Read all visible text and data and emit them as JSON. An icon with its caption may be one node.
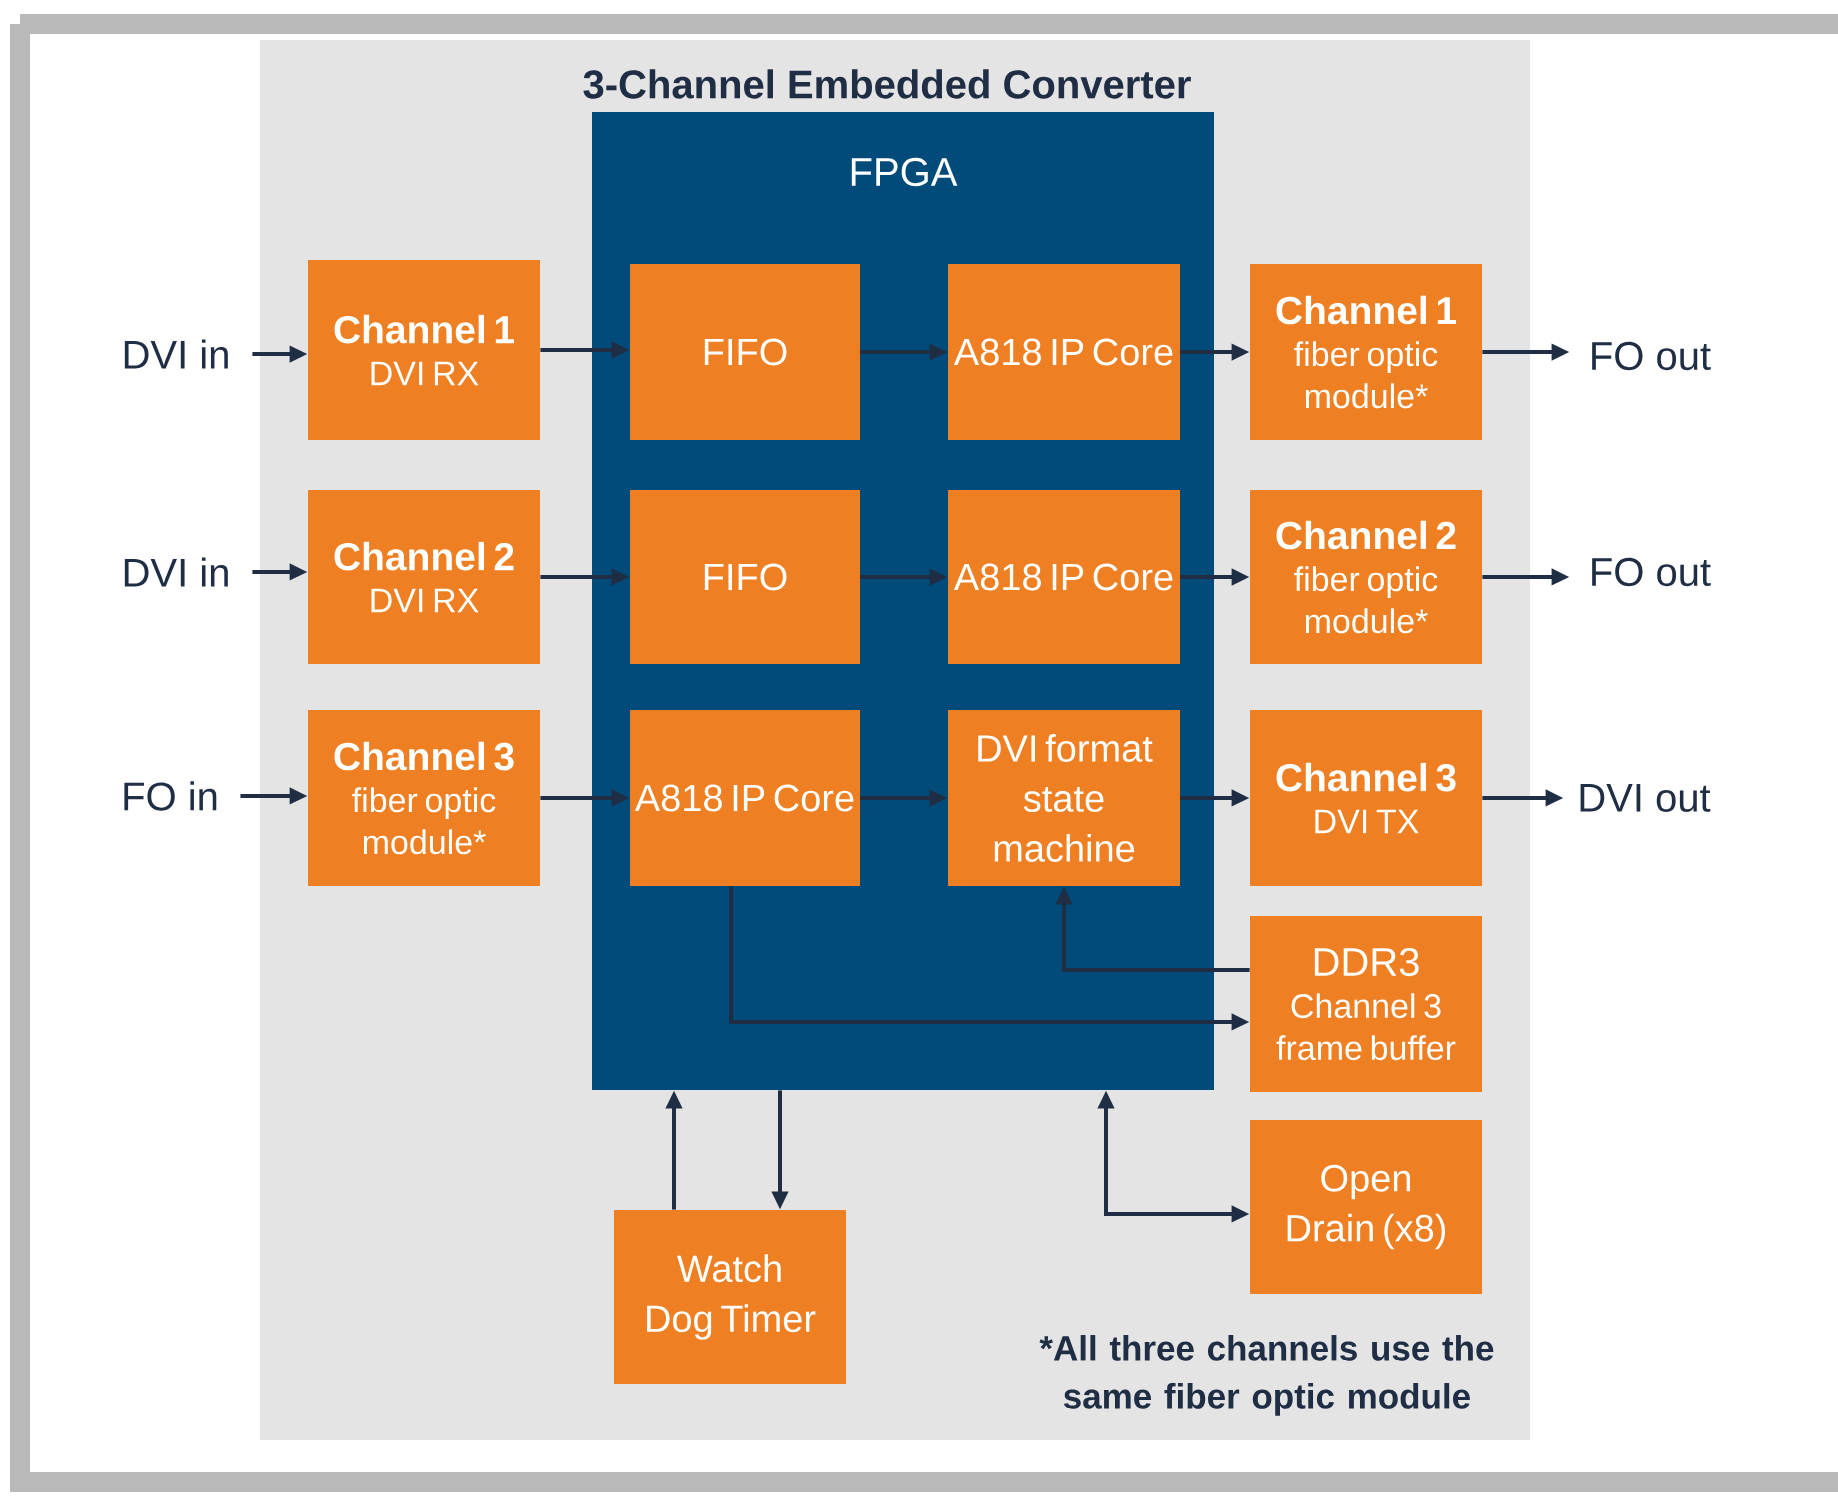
{
  "diagram": {
    "nodes": [
      {
        "text": [
          "3-Channel Embedded Converter"
        ]
      },
      {
        "text": [
          "FPGA"
        ],
        "in": 0
      },
      {
        "text": [
          "DVI in"
        ]
      },
      {
        "text": [
          "Channel 1",
          "DVI RX"
        ],
        "in": 0
      },
      {
        "text": [
          "FIFO"
        ],
        "in": 1
      },
      {
        "text": [
          "A818 IP Core"
        ],
        "in": 1
      },
      {
        "text": [
          "Channel 1",
          "fiber optic module*"
        ],
        "in": 0
      },
      {
        "text": [
          "FO out"
        ]
      },
      {
        "text": [
          "DVI in"
        ]
      },
      {
        "text": [
          "Channel 2",
          "DVI RX"
        ],
        "in": 0
      },
      {
        "text": [
          "FIFO"
        ],
        "in": 1
      },
      {
        "text": [
          "A818 IP Core"
        ],
        "in": 1
      },
      {
        "text": [
          "Channel 2",
          "fiber optic module*"
        ],
        "in": 0
      },
      {
        "text": [
          "FO out"
        ]
      },
      {
        "text": [
          "FO in"
        ]
      },
      {
        "text": [
          "Channel 3",
          "fiber optic module*"
        ],
        "in": 0
      },
      {
        "text": [
          "A818 IP Core"
        ],
        "in": 1
      },
      {
        "text": [
          "DVI format state machine"
        ],
        "in": 1
      },
      {
        "text": [
          "Channel 3",
          "DVI TX"
        ],
        "in": 0
      },
      {
        "text": [
          "DVI out"
        ]
      },
      {
        "text": [
          "DDR3",
          "Channel 3 frame buffer"
        ],
        "in": 0
      },
      {
        "text": [
          "Open Drain (x8)"
        ],
        "in": 0
      },
      {
        "text": [
          "Watch Dog Timer"
        ],
        "in": 0
      }
    ],
    "edges": [
      {
        "from": 2,
        "to": 3,
        "arrow": "to"
      },
      {
        "from": 3,
        "to": 4,
        "arrow": "to"
      },
      {
        "from": 4,
        "to": 5,
        "arrow": "to"
      },
      {
        "from": 5,
        "to": 6,
        "arrow": "to"
      },
      {
        "from": 6,
        "to": 7,
        "arrow": "to"
      },
      {
        "from": 8,
        "to": 9,
        "arrow": "to"
      },
      {
        "from": 9,
        "to": 10,
        "arrow": "to"
      },
      {
        "from": 10,
        "to": 11,
        "arrow": "to"
      },
      {
        "from": 11,
        "to": 12,
        "arrow": "to"
      },
      {
        "from": 12,
        "to": 13,
        "arrow": "to"
      },
      {
        "from": 14,
        "to": 15,
        "arrow": "to"
      },
      {
        "from": 15,
        "to": 16,
        "arrow": "to"
      },
      {
        "from": 16,
        "to": 17,
        "arrow": "to"
      },
      {
        "from": 17,
        "to": 18,
        "arrow": "to"
      },
      {
        "from": 18,
        "to": 19,
        "arrow": "to"
      },
      {
        "from": 20,
        "to": 17,
        "arrow": "to"
      },
      {
        "from": 16,
        "to": 20,
        "arrow": "to"
      },
      {
        "from": 22,
        "to": 1,
        "arrow": "to"
      },
      {
        "from": 1,
        "to": 22,
        "arrow": "to"
      },
      {
        "from": 1,
        "to": 21,
        "arrow": "both"
      }
    ],
    "labels": [
      "*All three channels use the same fiber optic module"
    ]
  }
}
